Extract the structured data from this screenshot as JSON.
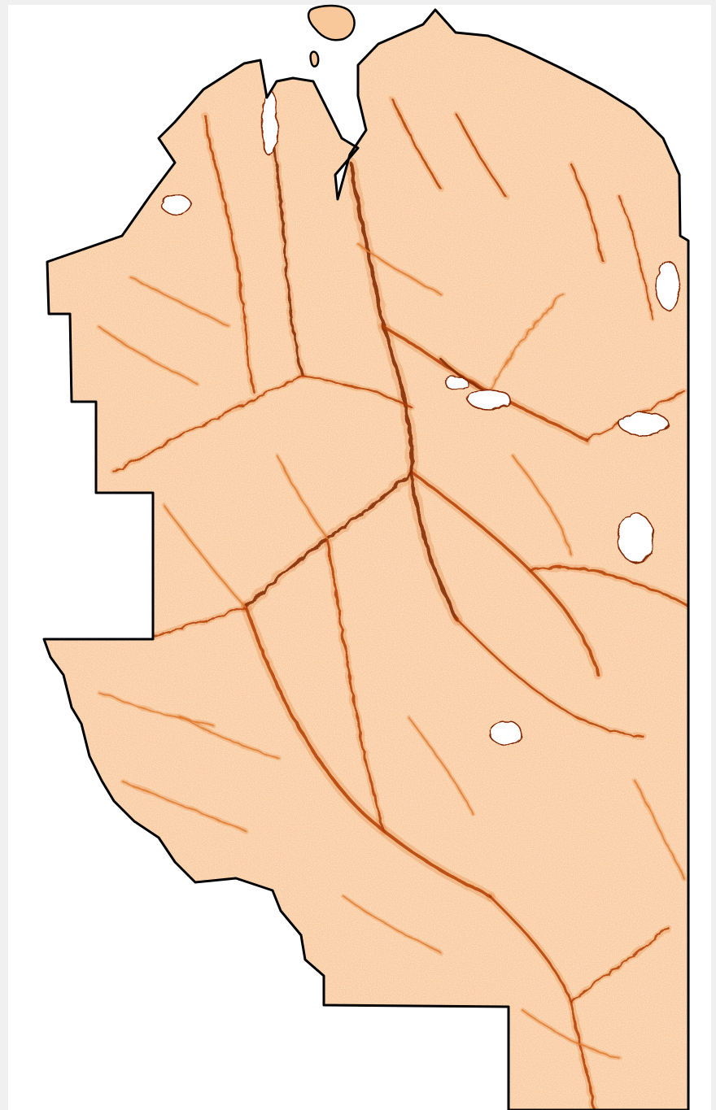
{
  "map": {
    "colors": {
      "background": "#f0f0f0",
      "panel": "#ffffff",
      "fill_light": "#fde4c8",
      "fill_base": "#f9c89a",
      "drainage_mid": "#e07a2e",
      "drainage_dark": "#b33d06",
      "drainage_darkest": "#7f2704",
      "outline": "#000000"
    },
    "layers": {
      "land": "land-region",
      "drainage": "drainage-network",
      "boundary": "region-boundary"
    }
  }
}
